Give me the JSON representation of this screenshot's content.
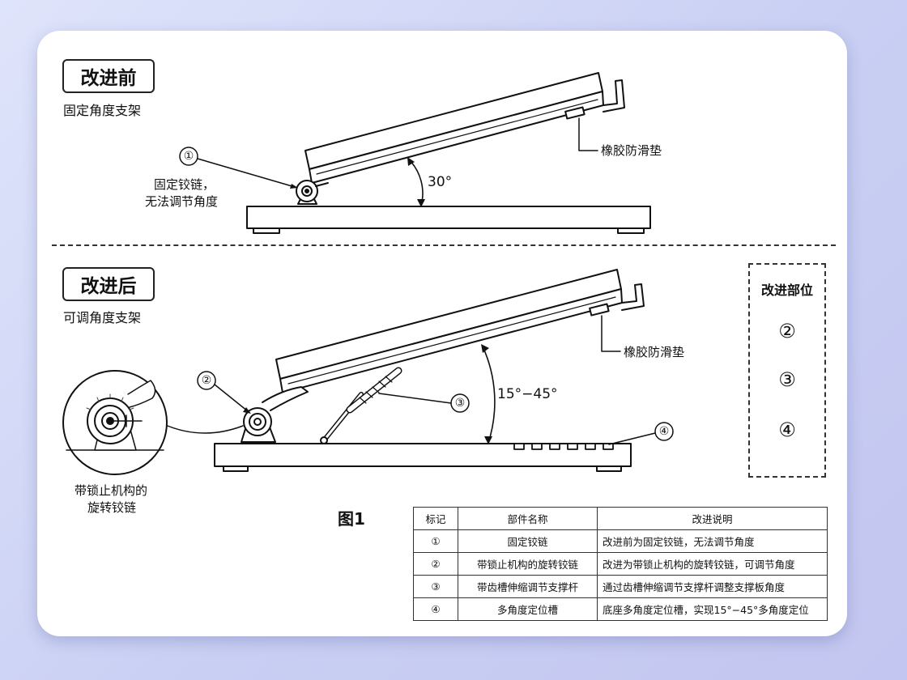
{
  "before": {
    "badge": "改进前",
    "subtitle": "固定角度支架",
    "marker": "①",
    "hinge_label_1": "固定铰链，",
    "hinge_label_2": "无法调节角度",
    "angle": "30°",
    "pad_label": "橡胶防滑垫"
  },
  "after": {
    "badge": "改进后",
    "subtitle": "可调角度支架",
    "marker_hinge": "②",
    "marker_rod": "③",
    "marker_slots": "④",
    "angle": "15°−45°",
    "pad_label": "橡胶防滑垫",
    "zoom_label_1": "带锁止机构的",
    "zoom_label_2": "旋转铰链"
  },
  "side_panel": {
    "title": "改进部位",
    "items": [
      "②",
      "③",
      "④"
    ]
  },
  "figure_caption": "图1",
  "legend_table": {
    "headers": [
      "标记",
      "部件名称",
      "改进说明"
    ],
    "rows": [
      [
        "①",
        "固定铰链",
        "改进前为固定铰链，无法调节角度"
      ],
      [
        "②",
        "带锁止机构的旋转铰链",
        "改进为带锁止机构的旋转铰链，可调节角度"
      ],
      [
        "③",
        "带齿槽伸缩调节支撑杆",
        "通过齿槽伸缩调节支撑杆调整支撑板角度"
      ],
      [
        "④",
        "多角度定位槽",
        "底座多角度定位槽，实现15°−45°多角度定位"
      ]
    ]
  }
}
